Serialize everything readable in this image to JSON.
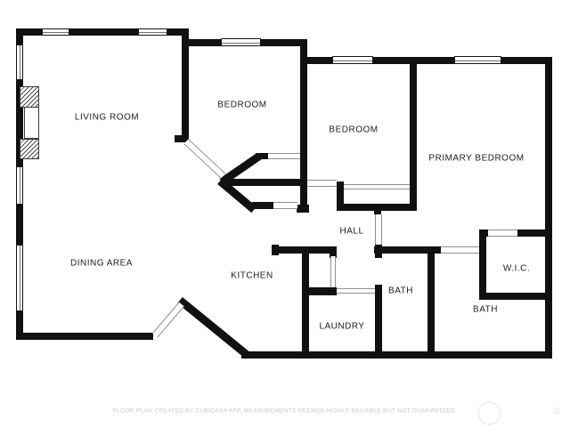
{
  "plan": {
    "rooms": [
      {
        "label": "LIVING ROOM"
      },
      {
        "label": "BEDROOM"
      },
      {
        "label": "BEDROOM"
      },
      {
        "label": "PRIMARY BEDROOM"
      },
      {
        "label": "DINING AREA"
      },
      {
        "label": "KITCHEN"
      },
      {
        "label": "HALL"
      },
      {
        "label": "BATH"
      },
      {
        "label": "LAUNDRY"
      },
      {
        "label": "BATH"
      },
      {
        "label": "W.I.C."
      }
    ],
    "footer": {
      "disclaimer": "FLOOR PLAN CREATED BY CUBICASA APP. MEASUREMENTS DEEMED HIGHLY RELIABLE BUT NOT GUARANTEED."
    },
    "colors": {
      "wall": "#111111",
      "label": "#1c1c1c",
      "disclaimer": "#c6c6ca"
    }
  }
}
